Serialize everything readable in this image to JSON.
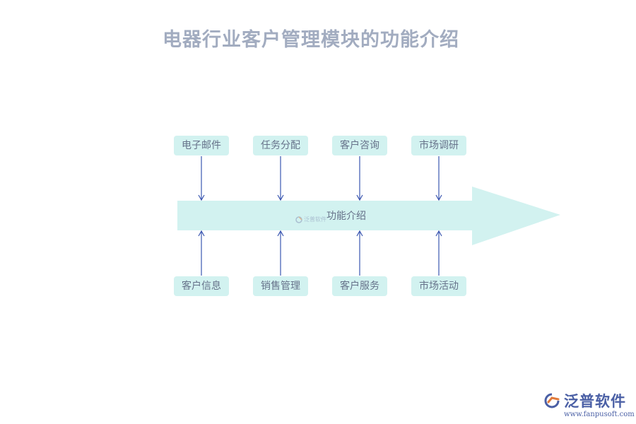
{
  "title": "电器行业客户管理模块的功能介绍",
  "main_label": "功能介绍",
  "top_boxes": [
    "电子邮件",
    "任务分配",
    "客户咨询",
    "市场调研"
  ],
  "bottom_boxes": [
    "客户信息",
    "销售管理",
    "客户服务",
    "市场活动"
  ],
  "watermark": "泛普软件",
  "logo": {
    "name": "泛普软件",
    "url": "www.fanpusoft.com"
  },
  "colors": {
    "box_fill": "#d2f2f0",
    "arrow_fill": "#d2f2f0",
    "connector": "#3a56b0",
    "text": "#66728a",
    "title": "#a2acc0"
  }
}
